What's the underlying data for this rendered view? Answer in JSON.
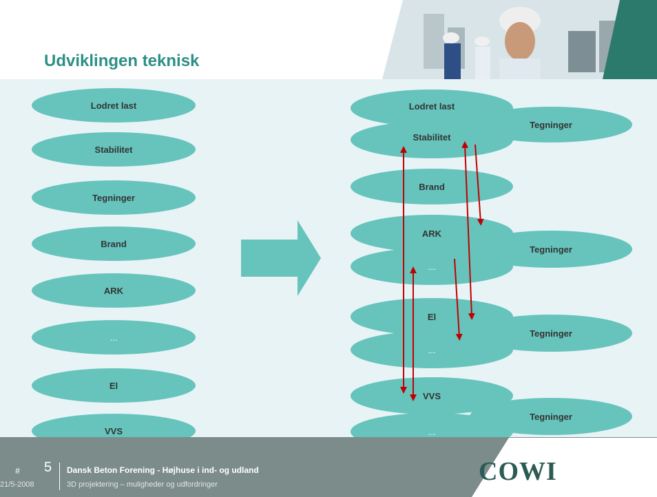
{
  "title": "Udviklingen teknisk",
  "left_column": [
    "Lodret last",
    "Stabilitet",
    "Tegninger",
    "Brand",
    "ARK",
    "...",
    "El",
    "VVS"
  ],
  "right_column": {
    "lodret_last": "Lodret last",
    "stabilitet": "Stabilitet",
    "tegninger_1": "Tegninger",
    "brand": "Brand",
    "ark": "ARK",
    "ark_dots": "...",
    "tegninger_2": "Tegninger",
    "el": "El",
    "el_dots": "...",
    "tegninger_3": "Tegninger",
    "vvs": "VVS",
    "vvs_dots": "...",
    "tegninger_4": "Tegninger"
  },
  "footer": {
    "hash": "#",
    "slide_number": "5",
    "line1": "Dansk Beton Forening - Højhuse i ind- og udland",
    "date": "21/5-2008",
    "line2": "3D projektering – muligheder og udfordringer",
    "logo": "COWI"
  },
  "colors": {
    "ellipse": "#66c4bd",
    "title": "#2c8f86",
    "arrow": "#c00000",
    "footer": "#7c8c8b",
    "logo": "#2c5b56"
  }
}
